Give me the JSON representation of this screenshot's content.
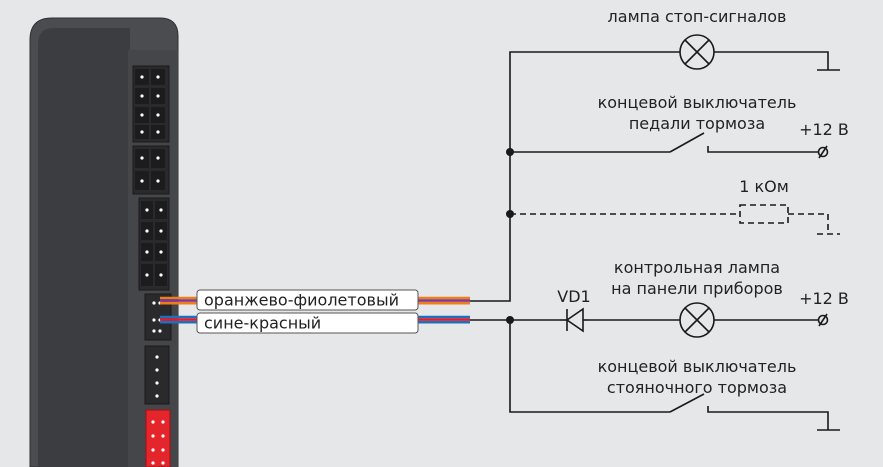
{
  "labels": {
    "brake_lamp": "лампа стоп-сигналов",
    "pedal_switch_line1": "концевой выключатель",
    "pedal_switch_line2": "педали тормоза",
    "plus12_top": "+12 В",
    "resistor": "1 кОм",
    "indicator_line1": "контрольная лампа",
    "indicator_line2": "на панели приборов",
    "diode": "VD1",
    "plus12_bottom": "+12 В",
    "parking_line1": "концевой выключатель",
    "parking_line2": "стояночного тормоза",
    "wire_orange_violet": "оранжево-фиолетовый",
    "wire_blue_red": "сине-красный"
  },
  "colors": {
    "background": "#e6e7e8",
    "device_body": "#4b4c4f",
    "line": "#1a1a1a",
    "orange": "#f07c1b",
    "violet": "#7a3b96",
    "blue": "#1e6fc2",
    "red": "#e31e24",
    "connector_red": "#e4252b"
  }
}
